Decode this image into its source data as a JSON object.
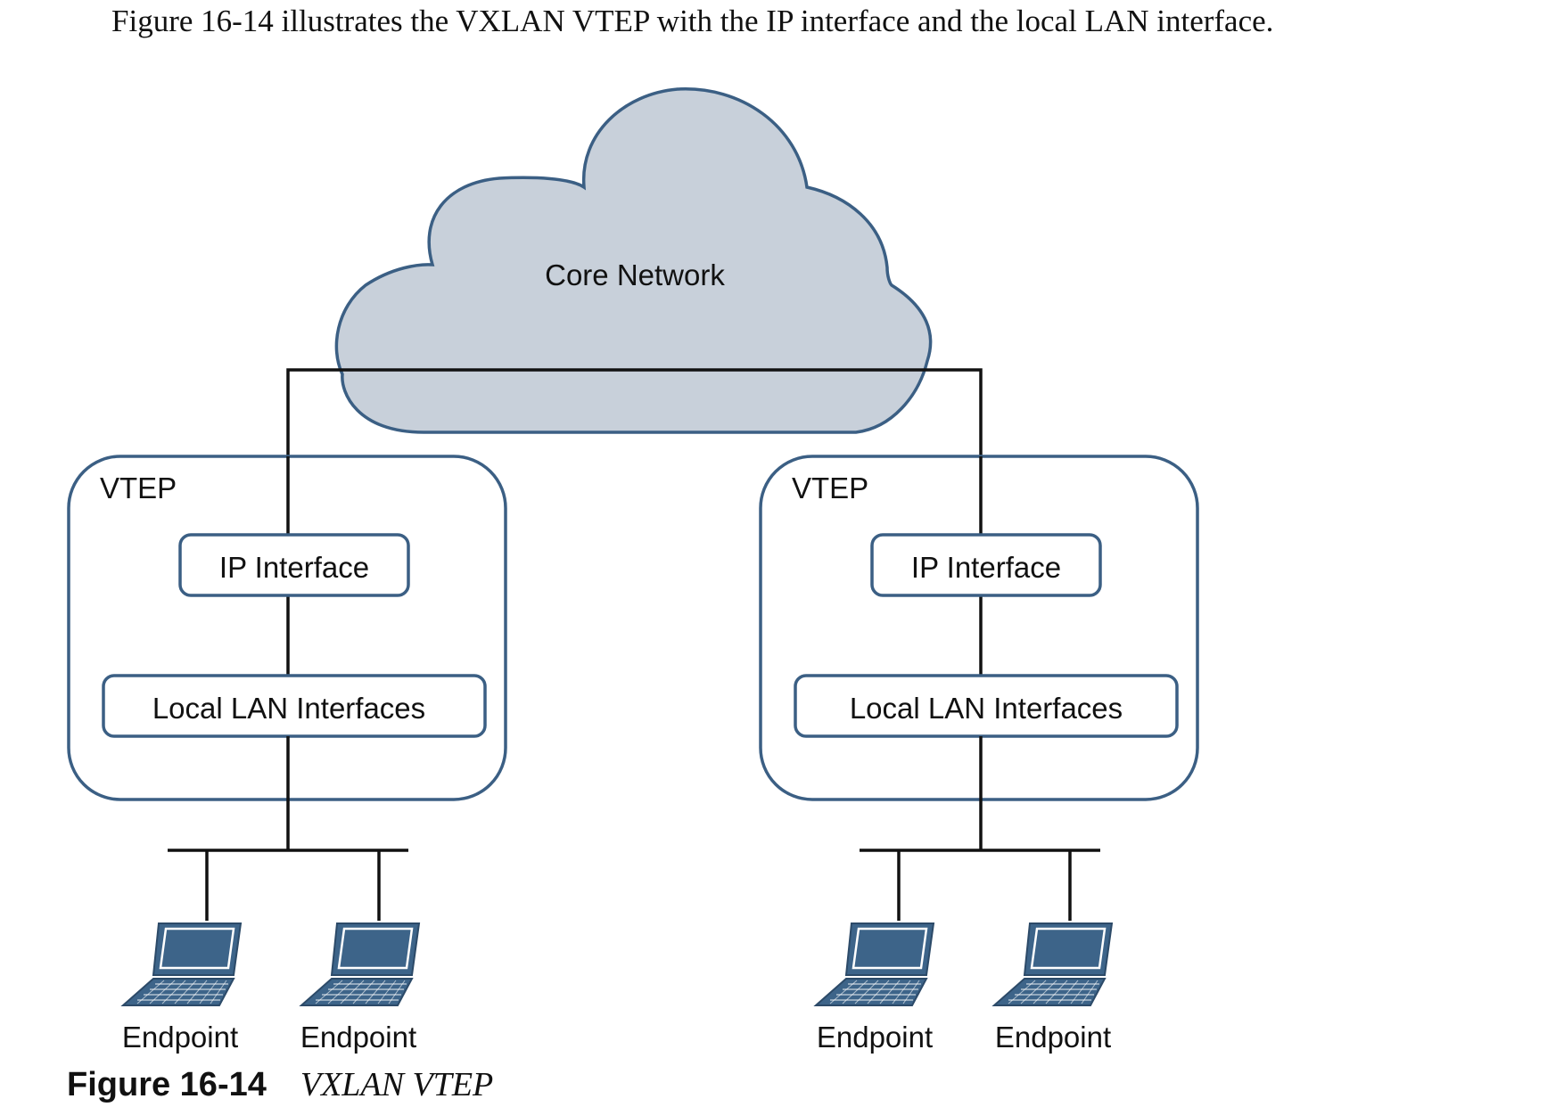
{
  "intro_text": "Figure 16-14 illustrates the VXLAN VTEP with the IP interface and the local LAN interface.",
  "diagram": {
    "cloud_label": "Core Network",
    "vteps": [
      {
        "label": "VTEP",
        "ip_interface": "IP Interface",
        "lan_interfaces": "Local LAN Interfaces",
        "endpoints": [
          "Endpoint",
          "Endpoint"
        ]
      },
      {
        "label": "VTEP",
        "ip_interface": "IP Interface",
        "lan_interfaces": "Local LAN Interfaces",
        "endpoints": [
          "Endpoint",
          "Endpoint"
        ]
      }
    ]
  },
  "caption": {
    "label": "Figure 16-14",
    "title": "VXLAN VTEP"
  },
  "colors": {
    "outline": "#3b5f84",
    "cloud_fill": "#c8d0da",
    "laptop_fill": "#3d6489",
    "line": "#111111"
  }
}
